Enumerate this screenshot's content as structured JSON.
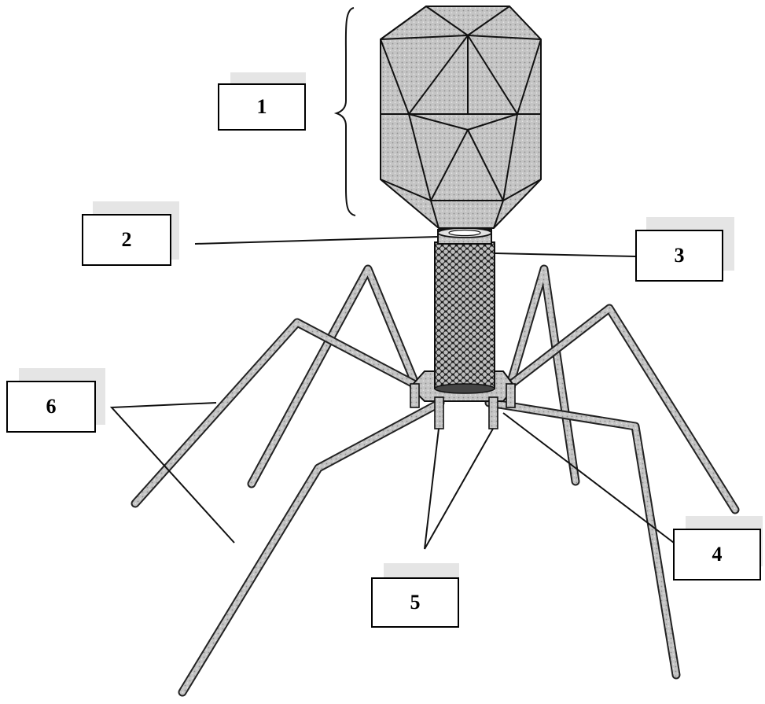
{
  "labels": [
    {
      "id": "1",
      "text": "1"
    },
    {
      "id": "2",
      "text": "2"
    },
    {
      "id": "3",
      "text": "3"
    },
    {
      "id": "4",
      "text": "4"
    },
    {
      "id": "5",
      "text": "5"
    },
    {
      "id": "6",
      "text": "6"
    }
  ],
  "colors": {
    "ink": "#000000",
    "head_fill": "#c8c8c8",
    "tail_fill": "#8a8a8a",
    "fiber_fill": "#d6d6d6",
    "label_shadow": "#cfcfcf"
  }
}
